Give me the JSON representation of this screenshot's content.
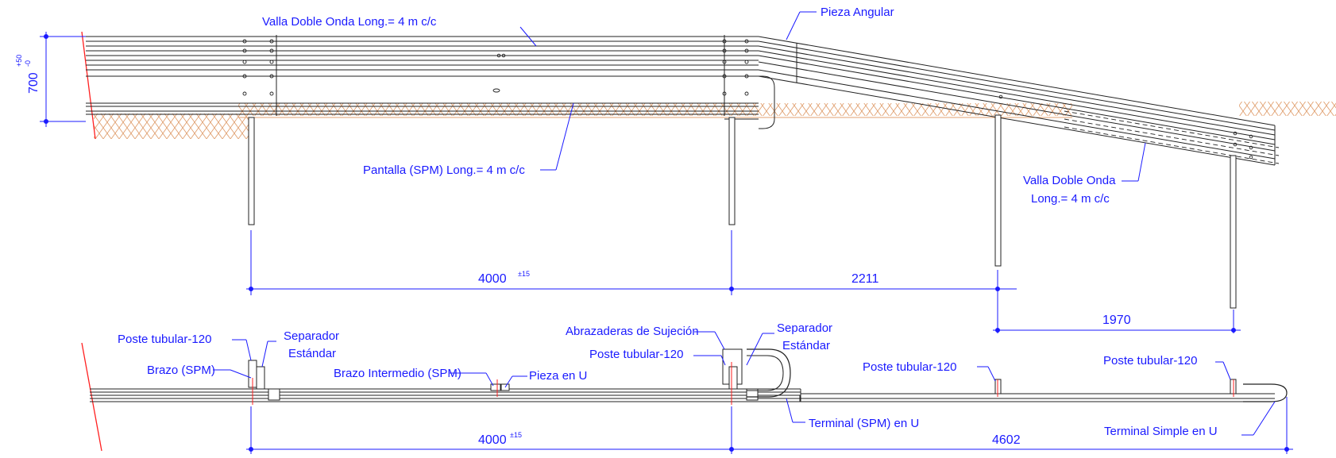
{
  "elevation_view": {
    "labels": {
      "valla_top": "Valla Doble Onda Long.= 4 m c/c",
      "pieza_angular": "Pieza Angular",
      "pantalla": "Pantalla (SPM)  Long.= 4 m c/c",
      "valla_right_line1": "Valla Doble Onda",
      "valla_right_line2": "Long.= 4 m c/c"
    },
    "height_dim": {
      "value": "700",
      "tol_upper": "+50",
      "tol_lower": "-0"
    },
    "dimensions": {
      "d1": {
        "value": "4000",
        "tol": "±15"
      },
      "d2": {
        "value": "2211"
      },
      "d3": {
        "value": "1970"
      }
    }
  },
  "plan_view": {
    "labels": {
      "poste_left": "Poste tubular-120",
      "separador_left_line1": "Separador",
      "separador_left_line2": "Estándar",
      "brazo": "Brazo (SPM)",
      "brazo_intermedio": "Brazo Intermedio (SPM)",
      "pieza_u": "Pieza en U",
      "abrazaderas": "Abrazaderas de Sujeción",
      "poste_mid": "Poste tubular-120",
      "separador_mid_line1": "Separador",
      "separador_mid_line2": "Estándar",
      "poste_right1": "Poste tubular-120",
      "poste_right2": "Poste tubular-120",
      "terminal_spm": "Terminal (SPM) en U",
      "terminal_simple": "Terminal Simple en U"
    },
    "dimensions": {
      "d1": {
        "value": "4000",
        "tol": "±15"
      },
      "d2": {
        "value": "4602"
      }
    }
  },
  "colors": {
    "annotation": "#1a1aff",
    "geometry": "#222222",
    "ground_hatch": "#e0a070",
    "cut_line": "#ff2020"
  }
}
